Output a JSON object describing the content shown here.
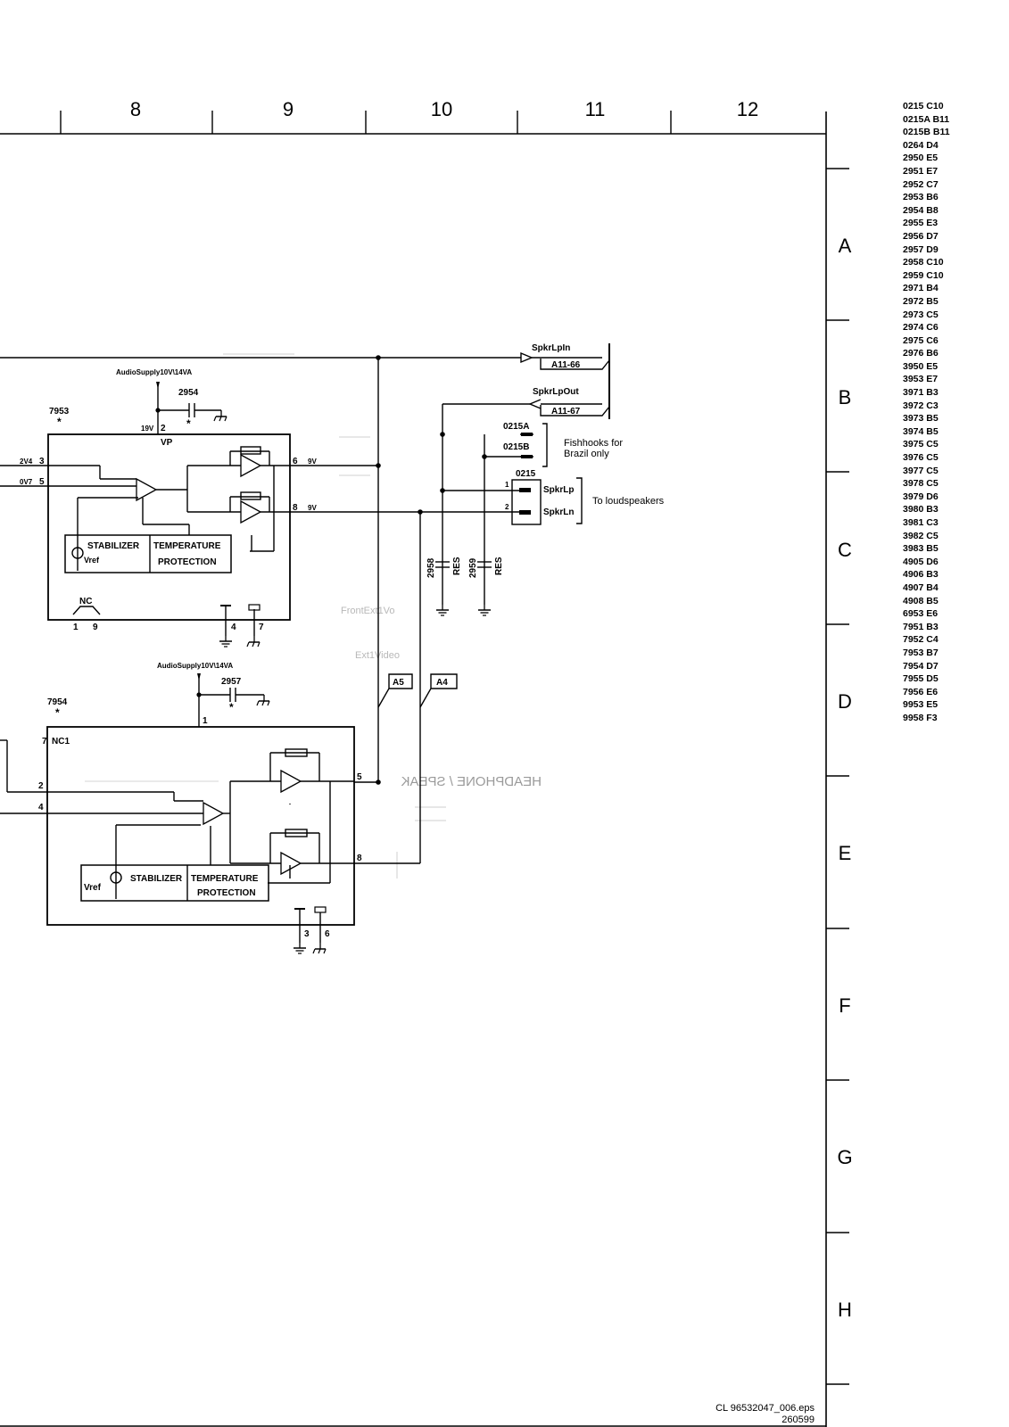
{
  "columns": [
    "8",
    "9",
    "10",
    "11",
    "12"
  ],
  "rows": [
    "A",
    "B",
    "C",
    "D",
    "E",
    "F",
    "G",
    "H"
  ],
  "ic_7953": {
    "ref": "7953",
    "star": "*",
    "supply_label": "AudioSupply10V\\14VA",
    "cap_ref": "2954",
    "cap_star": "*",
    "vp_volt": "19V",
    "vp_pin": "2",
    "vp_label": "VP",
    "in_a_volt": "2V4",
    "in_a_pin": "3",
    "in_b_volt": "0V7",
    "in_b_pin": "5",
    "out_p_pin": "6",
    "out_p_volt": "9V",
    "out_n_pin": "8",
    "out_n_volt": "9V",
    "stabilizer": "STABILIZER",
    "vref": "Vref",
    "temperature": "TEMPERATURE",
    "protection": "PROTECTION",
    "nc_label": "NC",
    "nc_pin_a": "1",
    "nc_pin_b": "9",
    "gnd_pin_a": "4",
    "gnd_pin_b": "7"
  },
  "ic_7954": {
    "ref": "7954",
    "star": "*",
    "supply_label": "AudioSupply10V\\14VA",
    "cap_ref": "2957",
    "cap_star": "*",
    "vp_pin": "1",
    "nc_label": "NC1",
    "nc_pin": "7",
    "in_a_pin": "2",
    "in_b_pin": "4",
    "out_p_pin": "5",
    "out_n_pin": "8",
    "stabilizer": "STABILIZER",
    "vref": "Vref",
    "temperature": "TEMPERATURE",
    "protection": "PROTECTION",
    "gnd_pin_a": "3",
    "gnd_pin_b": "6"
  },
  "connectors": {
    "spkr_lp_in": "SpkrLpIn",
    "spkr_lp_in_ref": "A11-66",
    "spkr_lp_out": "SpkrLpOut",
    "spkr_lp_out_ref": "A11-67",
    "fh_a": "0215A",
    "fh_b": "0215B",
    "fishhooks_note_1": "Fishhooks for",
    "fishhooks_note_2": "Brazil only",
    "conn_ref": "0215",
    "pin_1": "1",
    "pin_2": "2",
    "spkr_lp": "SpkrLp",
    "spkr_ln": "SpkrLn",
    "loudspeakers": "To loudspeakers",
    "cap_2958": "2958",
    "cap_2959": "2959",
    "res_a": "RES",
    "res_b": "RES",
    "flag_a5": "A5",
    "flag_a4": "A4"
  },
  "bleed": {
    "front_ext": "FrontExt1Vo",
    "ext_video": "Ext1Video",
    "mirror": "HEADPHONE / SPEAK"
  },
  "footer": {
    "file": "CL 96532047_006.eps",
    "date": "260599"
  },
  "index": [
    "0215 C10",
    "0215A B11",
    "0215B B11",
    "0264 D4",
    "2950 E5",
    "2951 E7",
    "2952 C7",
    "2953 B6",
    "2954 B8",
    "2955 E3",
    "2956 D7",
    "2957 D9",
    "2958 C10",
    "2959 C10",
    "2971 B4",
    "2972 B5",
    "2973 C5",
    "2974 C6",
    "2975 C6",
    "2976 B6",
    "3950 E5",
    "3953 E7",
    "3971 B3",
    "3972 C3",
    "3973 B5",
    "3974 B5",
    "3975 C5",
    "3976 C5",
    "3977 C5",
    "3978 C5",
    "3979 D6",
    "3980 B3",
    "3981 C3",
    "3982 C5",
    "3983 B5",
    "4905 D6",
    "4906 B3",
    "4907 B4",
    "4908 B5",
    "6953 E6",
    "7951 B3",
    "7952 C4",
    "7953 B7",
    "7954 D7",
    "7955 D5",
    "7956 E6",
    "9953 E5",
    "9958 F3"
  ]
}
